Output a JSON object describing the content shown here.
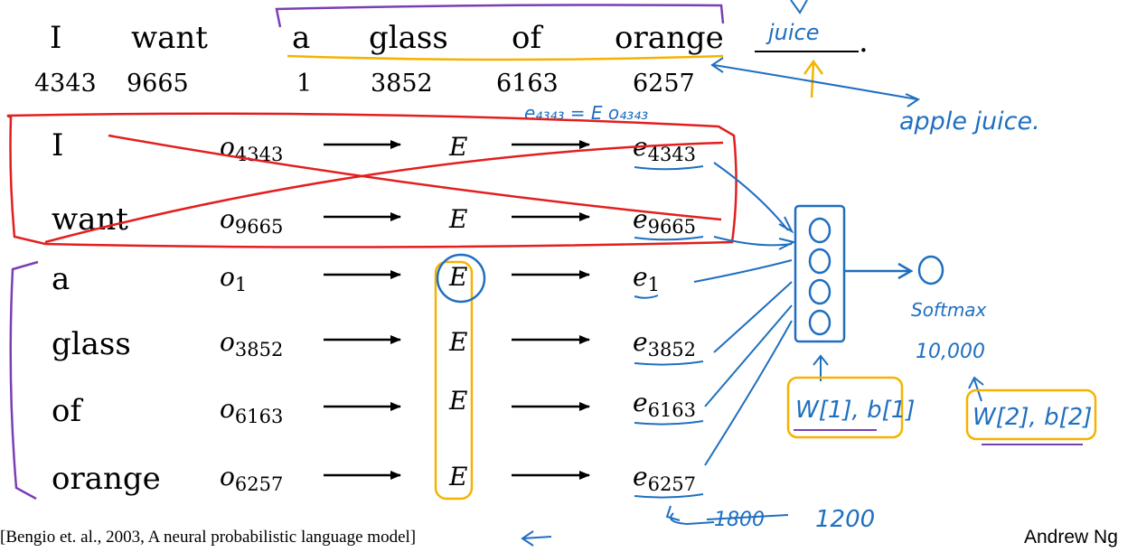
{
  "sentence": {
    "words": [
      "I",
      "want",
      "a",
      "glass",
      "of",
      "orange"
    ],
    "indices": [
      "4343",
      "9665",
      "1",
      "3852",
      "6163",
      "6257"
    ],
    "target_word": "juice",
    "period": "."
  },
  "rows": [
    {
      "word": "I",
      "onehot": "o",
      "onehot_sub": "4343",
      "matrix": "E",
      "embed": "e",
      "embed_sub": "4343"
    },
    {
      "word": "want",
      "onehot": "o",
      "onehot_sub": "9665",
      "matrix": "E",
      "embed": "e",
      "embed_sub": "9665"
    },
    {
      "word": "a",
      "onehot": "o",
      "onehot_sub": "1",
      "matrix": "E",
      "embed": "e",
      "embed_sub": "1"
    },
    {
      "word": "glass",
      "onehot": "o",
      "onehot_sub": "3852",
      "matrix": "E",
      "embed": "e",
      "embed_sub": "3852"
    },
    {
      "word": "of",
      "onehot": "o",
      "onehot_sub": "6163",
      "matrix": "E",
      "embed": "e",
      "embed_sub": "6163"
    },
    {
      "word": "orange",
      "onehot": "o",
      "onehot_sub": "6257",
      "matrix": "E",
      "embed": "e",
      "embed_sub": "6257"
    }
  ],
  "annotations": {
    "embedding_eq": "e₄₃₄₃ = E o₄₃₄₃",
    "apple_juice": "apple juice.",
    "softmax": "Softmax",
    "vocab_size": "10,000",
    "w1b1": "W[1], b[1]",
    "w2b2": "W[2], b[2]",
    "struck_dim": "1800",
    "dim": "1200"
  },
  "citation": "[Bengio et. al., 2003, A neural probabilistic language model]",
  "credit": "Andrew Ng",
  "colors": {
    "ink": "#000000",
    "blue_pen": "#1f6fc0",
    "red_pen": "#e31e1e",
    "yellow_pen": "#f5b301",
    "purple_pen": "#7a3fb3"
  }
}
